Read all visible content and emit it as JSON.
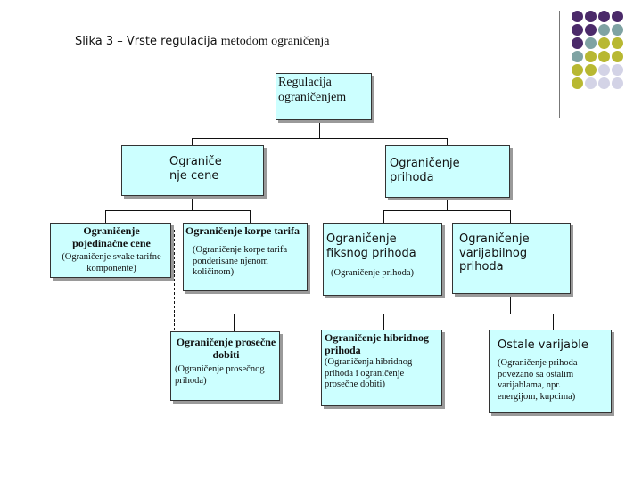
{
  "colors": {
    "box_fill": "#ccffff",
    "dot_purple": "#4b2a6a",
    "dot_teal": "#7fa3a3",
    "dot_yellow": "#b8b832",
    "dot_lavender": "#d3d3e6"
  },
  "decor": {
    "dot_rows": [
      [
        "purple",
        "purple",
        "purple",
        "purple"
      ],
      [
        "purple",
        "purple",
        "teal",
        "teal"
      ],
      [
        "purple",
        "teal",
        "yellow",
        "yellow"
      ],
      [
        "teal",
        "yellow",
        "yellow",
        "yellow"
      ],
      [
        "yellow",
        "yellow",
        "lavender",
        "lavender"
      ],
      [
        "yellow",
        "lavender",
        "lavender",
        "lavender"
      ]
    ]
  },
  "header": {
    "title_part1": "Slika 3 – Vrste regulacija",
    "title_part2": "metodom ograničenja"
  },
  "nodes": {
    "root": {
      "label": "Regulacija\nograničenjem"
    },
    "price_cap": {
      "label": "Ograniče\nnje cene"
    },
    "revenue_cap": {
      "label": "Ograničenje\nprihoda"
    },
    "individual_price": {
      "title": "Ograničenje\npojedinačne cene",
      "desc": "(Ograničenje svake tarifne\nkomponente)"
    },
    "basket": {
      "title": "Ograničenje korpe tarifa",
      "desc": "(Ograničenje korpe tarifa\nponderisane njenom\nkoličinom)"
    },
    "avg_revenue": {
      "title": "Ograničenje prosečne\ndobiti",
      "desc": "(Ograničenje prosečnog\nprihoda)"
    },
    "fixed_revenue": {
      "title": "Ograničenje\nfiksnog prihoda",
      "desc": "(Ograničenje prihoda)"
    },
    "variable_revenue": {
      "title": "Ograničenje\nvarijabilnog\nprihoda"
    },
    "hybrid": {
      "title": "Ograničenje hibridnog\nprihoda",
      "desc": "(Ograničenja hibridnog\nprihoda i ograničenje\nprosečne dobiti)"
    },
    "other_variable": {
      "title": "Ostale varijable",
      "desc": "(Ograničenje prihoda\npovezano sa ostalim\nvarijablama, npr.\nenergijom, kupcima)"
    }
  }
}
